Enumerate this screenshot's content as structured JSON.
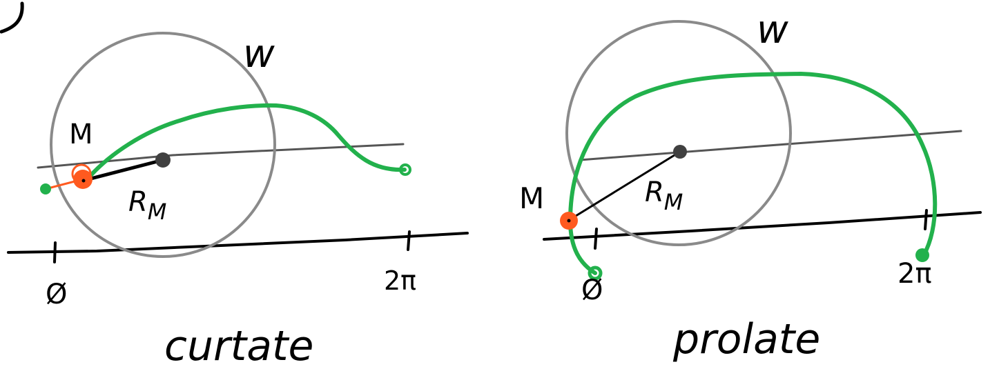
{
  "colors": {
    "circle": "#8a8a8a",
    "curve": "#22b14c",
    "marker": "#ff5a1f",
    "center": "#404040",
    "ink": "#000000",
    "line": "#555555"
  },
  "panels": [
    {
      "id": "curtate",
      "wheel_label": "w",
      "point_label": "M",
      "radius_label_main": "R",
      "radius_label_sub": "M",
      "tick_start": "Ø",
      "tick_end": "2π",
      "caption": "curtate"
    },
    {
      "id": "prolate",
      "wheel_label": "w",
      "point_label": "M",
      "radius_label_main": "R",
      "radius_label_sub": "M",
      "tick_start": "Ø",
      "tick_end": "2π",
      "caption": "prolate"
    }
  ]
}
